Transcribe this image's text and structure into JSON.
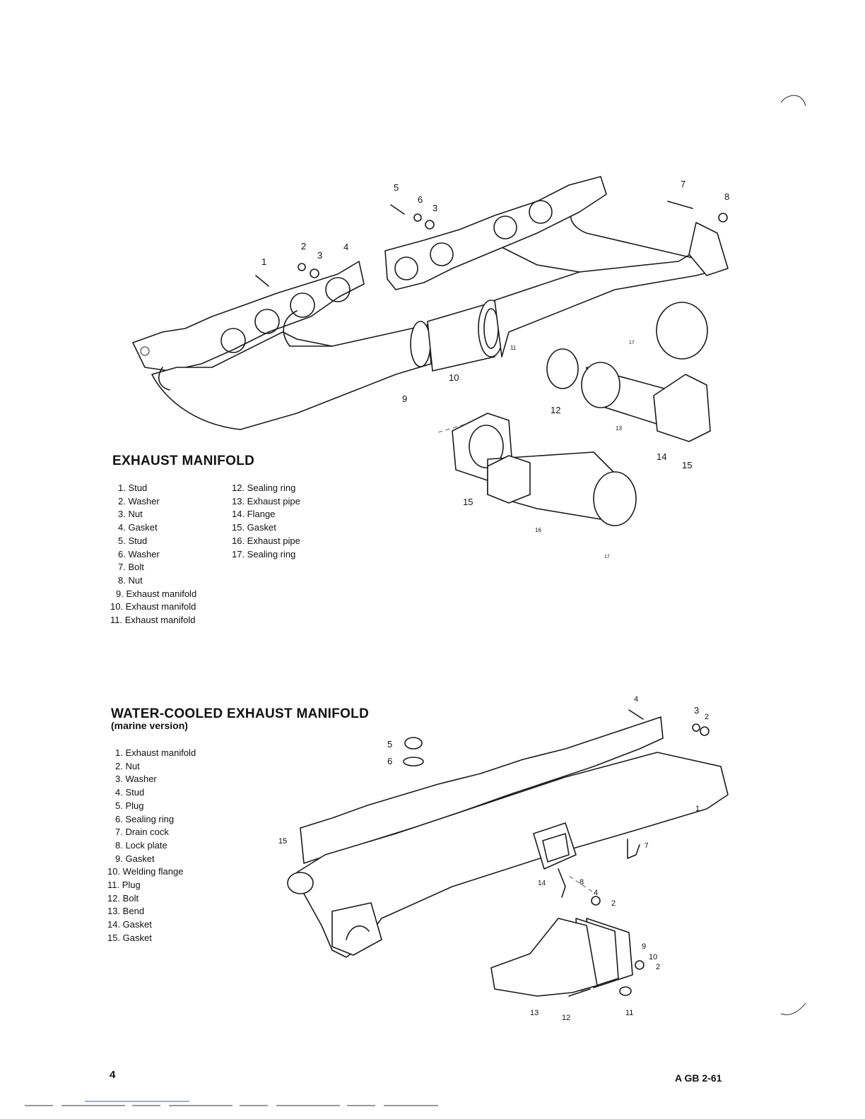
{
  "section1": {
    "title": "EXHAUST MANIFOLD",
    "legend_col1": [
      "1. Stud",
      "2. Washer",
      "3. Nut",
      "4. Gasket",
      "5. Stud",
      "6. Washer",
      "7. Bolt",
      "8. Nut",
      "9. Exhaust manifold",
      "10. Exhaust manifold",
      "11. Exhaust manifold"
    ],
    "legend_col2": [
      "12. Sealing ring",
      "13. Exhaust pipe",
      "14. Flange",
      "15. Gasket",
      "16. Exhaust pipe",
      "17. Sealing ring"
    ],
    "callouts": [
      "1",
      "2",
      "3",
      "4",
      "5",
      "6",
      "3",
      "7",
      "8",
      "9",
      "10",
      "11",
      "12",
      "13",
      "14",
      "15",
      "15",
      "16",
      "17",
      "17"
    ]
  },
  "section2": {
    "title": "WATER-COOLED EXHAUST MANIFOLD",
    "subtitle": "(marine version)",
    "legend": [
      "1. Exhaust manifold",
      "2. Nut",
      "3. Washer",
      "4. Stud",
      "5. Plug",
      "6. Sealing ring",
      "7. Drain cock",
      "8. Lock plate",
      "9. Gasket",
      "10. Welding flange",
      "11. Plug",
      "12. Bolt",
      "13. Bend",
      "14. Gasket",
      "15. Gasket"
    ],
    "callouts": [
      "4",
      "3",
      "2",
      "5",
      "6",
      "1",
      "15",
      "7",
      "14",
      "8",
      "4",
      "2",
      "9",
      "10",
      "2",
      "13",
      "12",
      "11"
    ]
  },
  "footer": {
    "page_number": "4",
    "doc_ref": "A GB 2-61"
  }
}
